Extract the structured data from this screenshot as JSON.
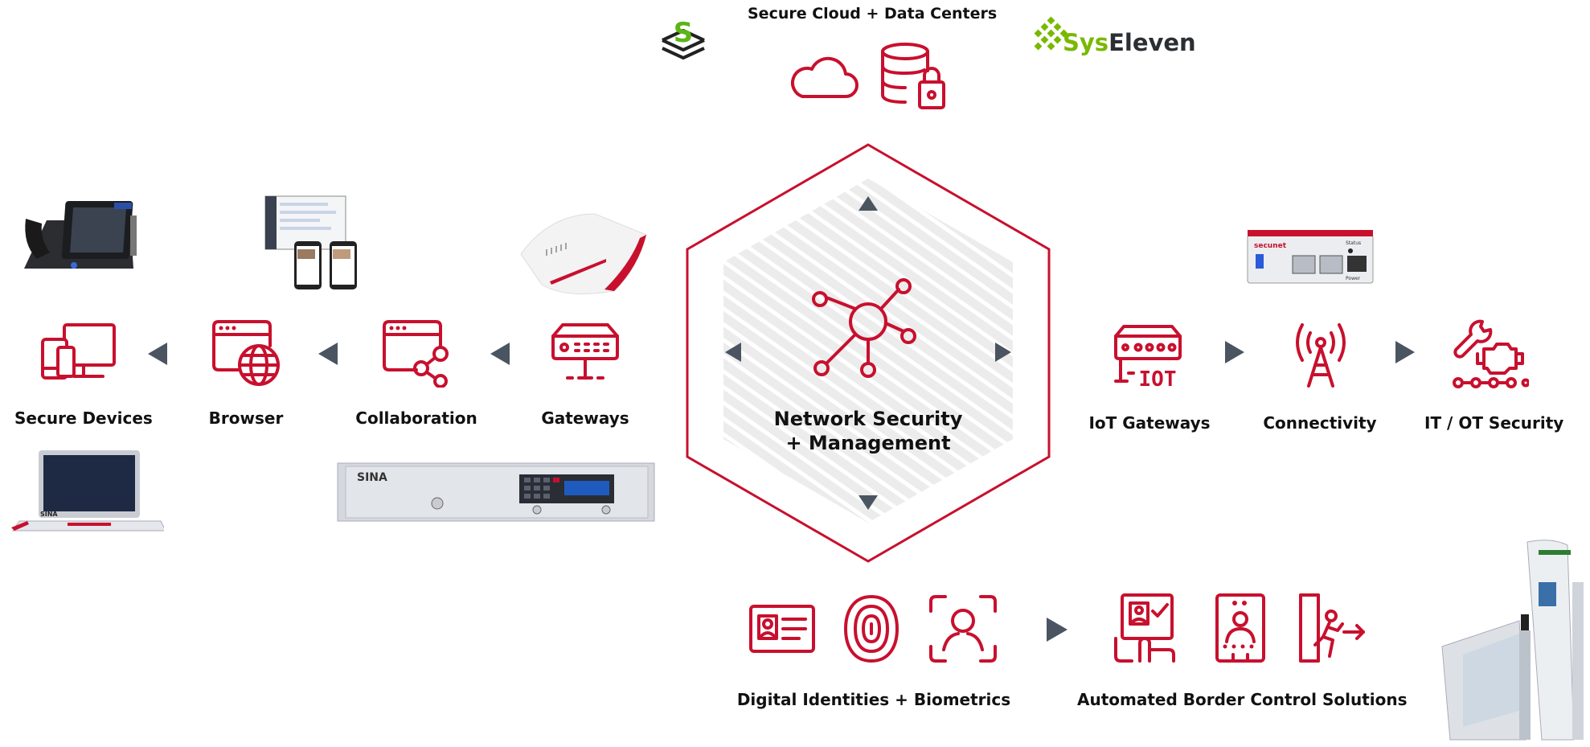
{
  "top": {
    "heading": "Secure Cloud + Data Centers",
    "partner_logo": {
      "text_green": "Sys",
      "text_dark": "Eleven"
    },
    "s_logo": {
      "letter": "S"
    }
  },
  "center": {
    "line1": "Network Security",
    "line2": "+ Management"
  },
  "left_chain": [
    {
      "label": "Secure Devices",
      "icon": "devices-icon"
    },
    {
      "label": "Browser",
      "icon": "browser-globe-icon"
    },
    {
      "label": "Collaboration",
      "icon": "browser-share-icon"
    },
    {
      "label": "Gateways",
      "icon": "router-icon"
    }
  ],
  "right_chain": [
    {
      "label": "IoT Gateways",
      "icon": "iot-router-icon",
      "icon_text": "IOT"
    },
    {
      "label": "Connectivity",
      "icon": "antenna-icon"
    },
    {
      "label": "IT / OT Security",
      "icon": "engine-wrench-icon"
    }
  ],
  "bottom": {
    "left_label": "Digital Identities + Biometrics",
    "right_label": "Automated Border Control Solutions"
  },
  "products": {
    "sina_brand": "SINA",
    "secunet_brand": "secunet",
    "secunet_status": "Status",
    "secunet_power": "Power"
  },
  "colors": {
    "accent": "#c8102e",
    "arrow": "#4a5561",
    "sys_green": "#7ab800"
  }
}
